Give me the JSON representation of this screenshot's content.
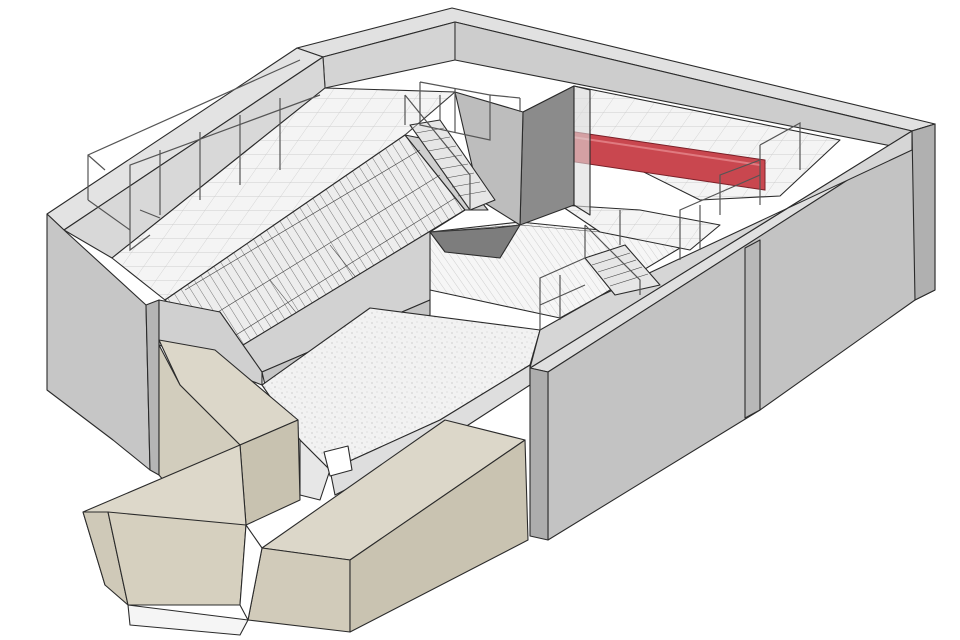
{
  "colors": {
    "background": "#ffffff",
    "wall_light": "#d6d6d6",
    "wall_mid": "#c4c4c4",
    "wall_dark": "#a9a9a9",
    "wall_top": "#e2e2e2",
    "floor": "#f3f3f3",
    "floor_grid": "#c8c8c8",
    "gravel": "#f1f1f1",
    "concrete_beige": "#d9d5c8",
    "concrete_beige_dark": "#c9c4b4",
    "pipe_red": "#c9474f",
    "pipe_red_dark": "#9e2e36",
    "glass": "#e9e9e9",
    "rail": "#5a5a5a",
    "shadow": "#7d7d7d"
  },
  "components": [
    {
      "name": "outer-wall",
      "color": "wall_mid"
    },
    {
      "name": "tilted-screen-grating",
      "color": "glass"
    },
    {
      "name": "access-stair-left",
      "color": "rail"
    },
    {
      "name": "access-stair-right",
      "color": "rail"
    },
    {
      "name": "service-platform",
      "color": "floor"
    },
    {
      "name": "inlet-channel",
      "color": "concrete_beige"
    },
    {
      "name": "settling-basin",
      "color": "gravel"
    },
    {
      "name": "discharge-pipe",
      "color": "pipe_red"
    },
    {
      "name": "guard-railings",
      "color": "rail"
    }
  ]
}
